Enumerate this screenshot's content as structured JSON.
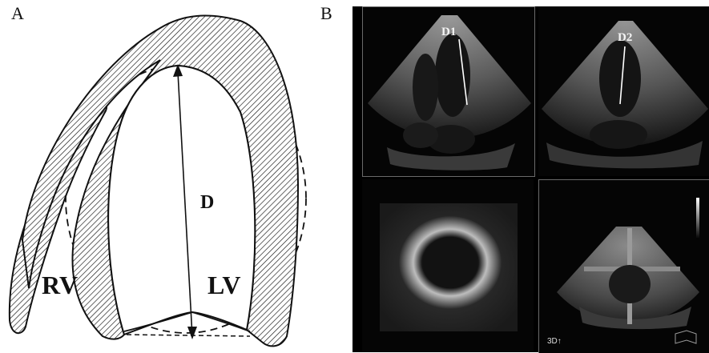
{
  "panels": {
    "a": {
      "letter": "A"
    },
    "b": {
      "letter": "B"
    }
  },
  "schematic": {
    "rv_label": "RV",
    "lv_label": "LV",
    "d_label": "D"
  },
  "echo": {
    "d1_label": "D1",
    "d2_label": "D2",
    "mode_label": "3D↑"
  }
}
